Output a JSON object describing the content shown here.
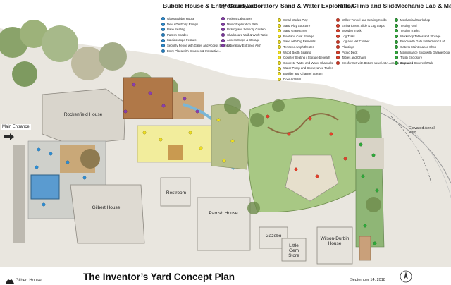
{
  "title": "The Inventor’s Yard Concept Plan",
  "date": "September 14, 2018",
  "logo_text": "Gilbert House",
  "colors": {
    "lawn": "#a8c884",
    "bubble": "#2b8fd8",
    "potions": "#8a3fb0",
    "sand": "#f0e020",
    "hills": "#e8402a",
    "mechanic": "#2faa3a"
  },
  "buildings": {
    "rockenfield": "Rockenfield House",
    "gilbert": "Gilbert House",
    "restroom": "Restroom",
    "parrish": "Parrish House",
    "gazebo": "Gazebo",
    "little_gem": "Little Gem Store",
    "wilson_durbin": "Wilson-Durbin House",
    "main_entrance": "Main Entrance",
    "aerial_path": "Elevated Aerial Path"
  },
  "legend": [
    {
      "title": "Bubble House & Entry Courtyard",
      "color": "#2b8fd8",
      "items": [
        "Glass Bubble House",
        "New ADA Entry Ramps",
        "Patio Seating",
        "Pattern Shades",
        "Kaleidoscope Feature",
        "Security Fence with Gates and Access Buzzers",
        "Entry Plaza with Benches & Interactive..."
      ]
    },
    {
      "title": "Potions Laboratory",
      "color": "#8a3fb0",
      "items": [
        "Potions Laboratory",
        "Music Exploration Path",
        "Picking and Sensory Garden",
        "Chalkboard Wall & Work Table",
        "Access Steps & Storage",
        "Laboratory Entrance Arch"
      ]
    },
    {
      "title": "Sand & Water Exploration",
      "color": "#f0e020",
      "items": [
        "Small Worlds Play",
        "Sand Play Structure",
        "Sand Grate Entry",
        "Boot and Coat Storage",
        "Sand with Dig Elements",
        "Terraced Amphitheater",
        "Wood Booth Seating",
        "Counter Seating / Storage beneath",
        "Concrete Water and Water Channels",
        "Water Pump and Conveyance Tables",
        "Boulder and Channel Stream",
        "Door Art Wall"
      ]
    },
    {
      "title": "Hills,Climb and Slide",
      "color": "#e8402a",
      "items": [
        "Willow Tunnel and Seating Knolls",
        "Embankment Slide & Log Steps",
        "Wooden Truck",
        "Log Trails",
        "Log and Net Climber",
        "Plantings",
        "Picnic Deck",
        "Tables and Chairs",
        "Eresfor Set with Bottom Level ADA Access Upgrades"
      ]
    },
    {
      "title": "Mechanic Lab & Maintenance Shop",
      "color": "#2faa3a",
      "items": [
        "Mechanical Workshop",
        "Testing Yard",
        "Testing Tracks",
        "Workshop Tables and Storage",
        "Fence with Gate to Mechanic Lab",
        "Gate to Maintenance Shop",
        "Maintenance Shop with Garage Door",
        "Trash Enclosure",
        "Extended Covered Walk"
      ]
    }
  ]
}
